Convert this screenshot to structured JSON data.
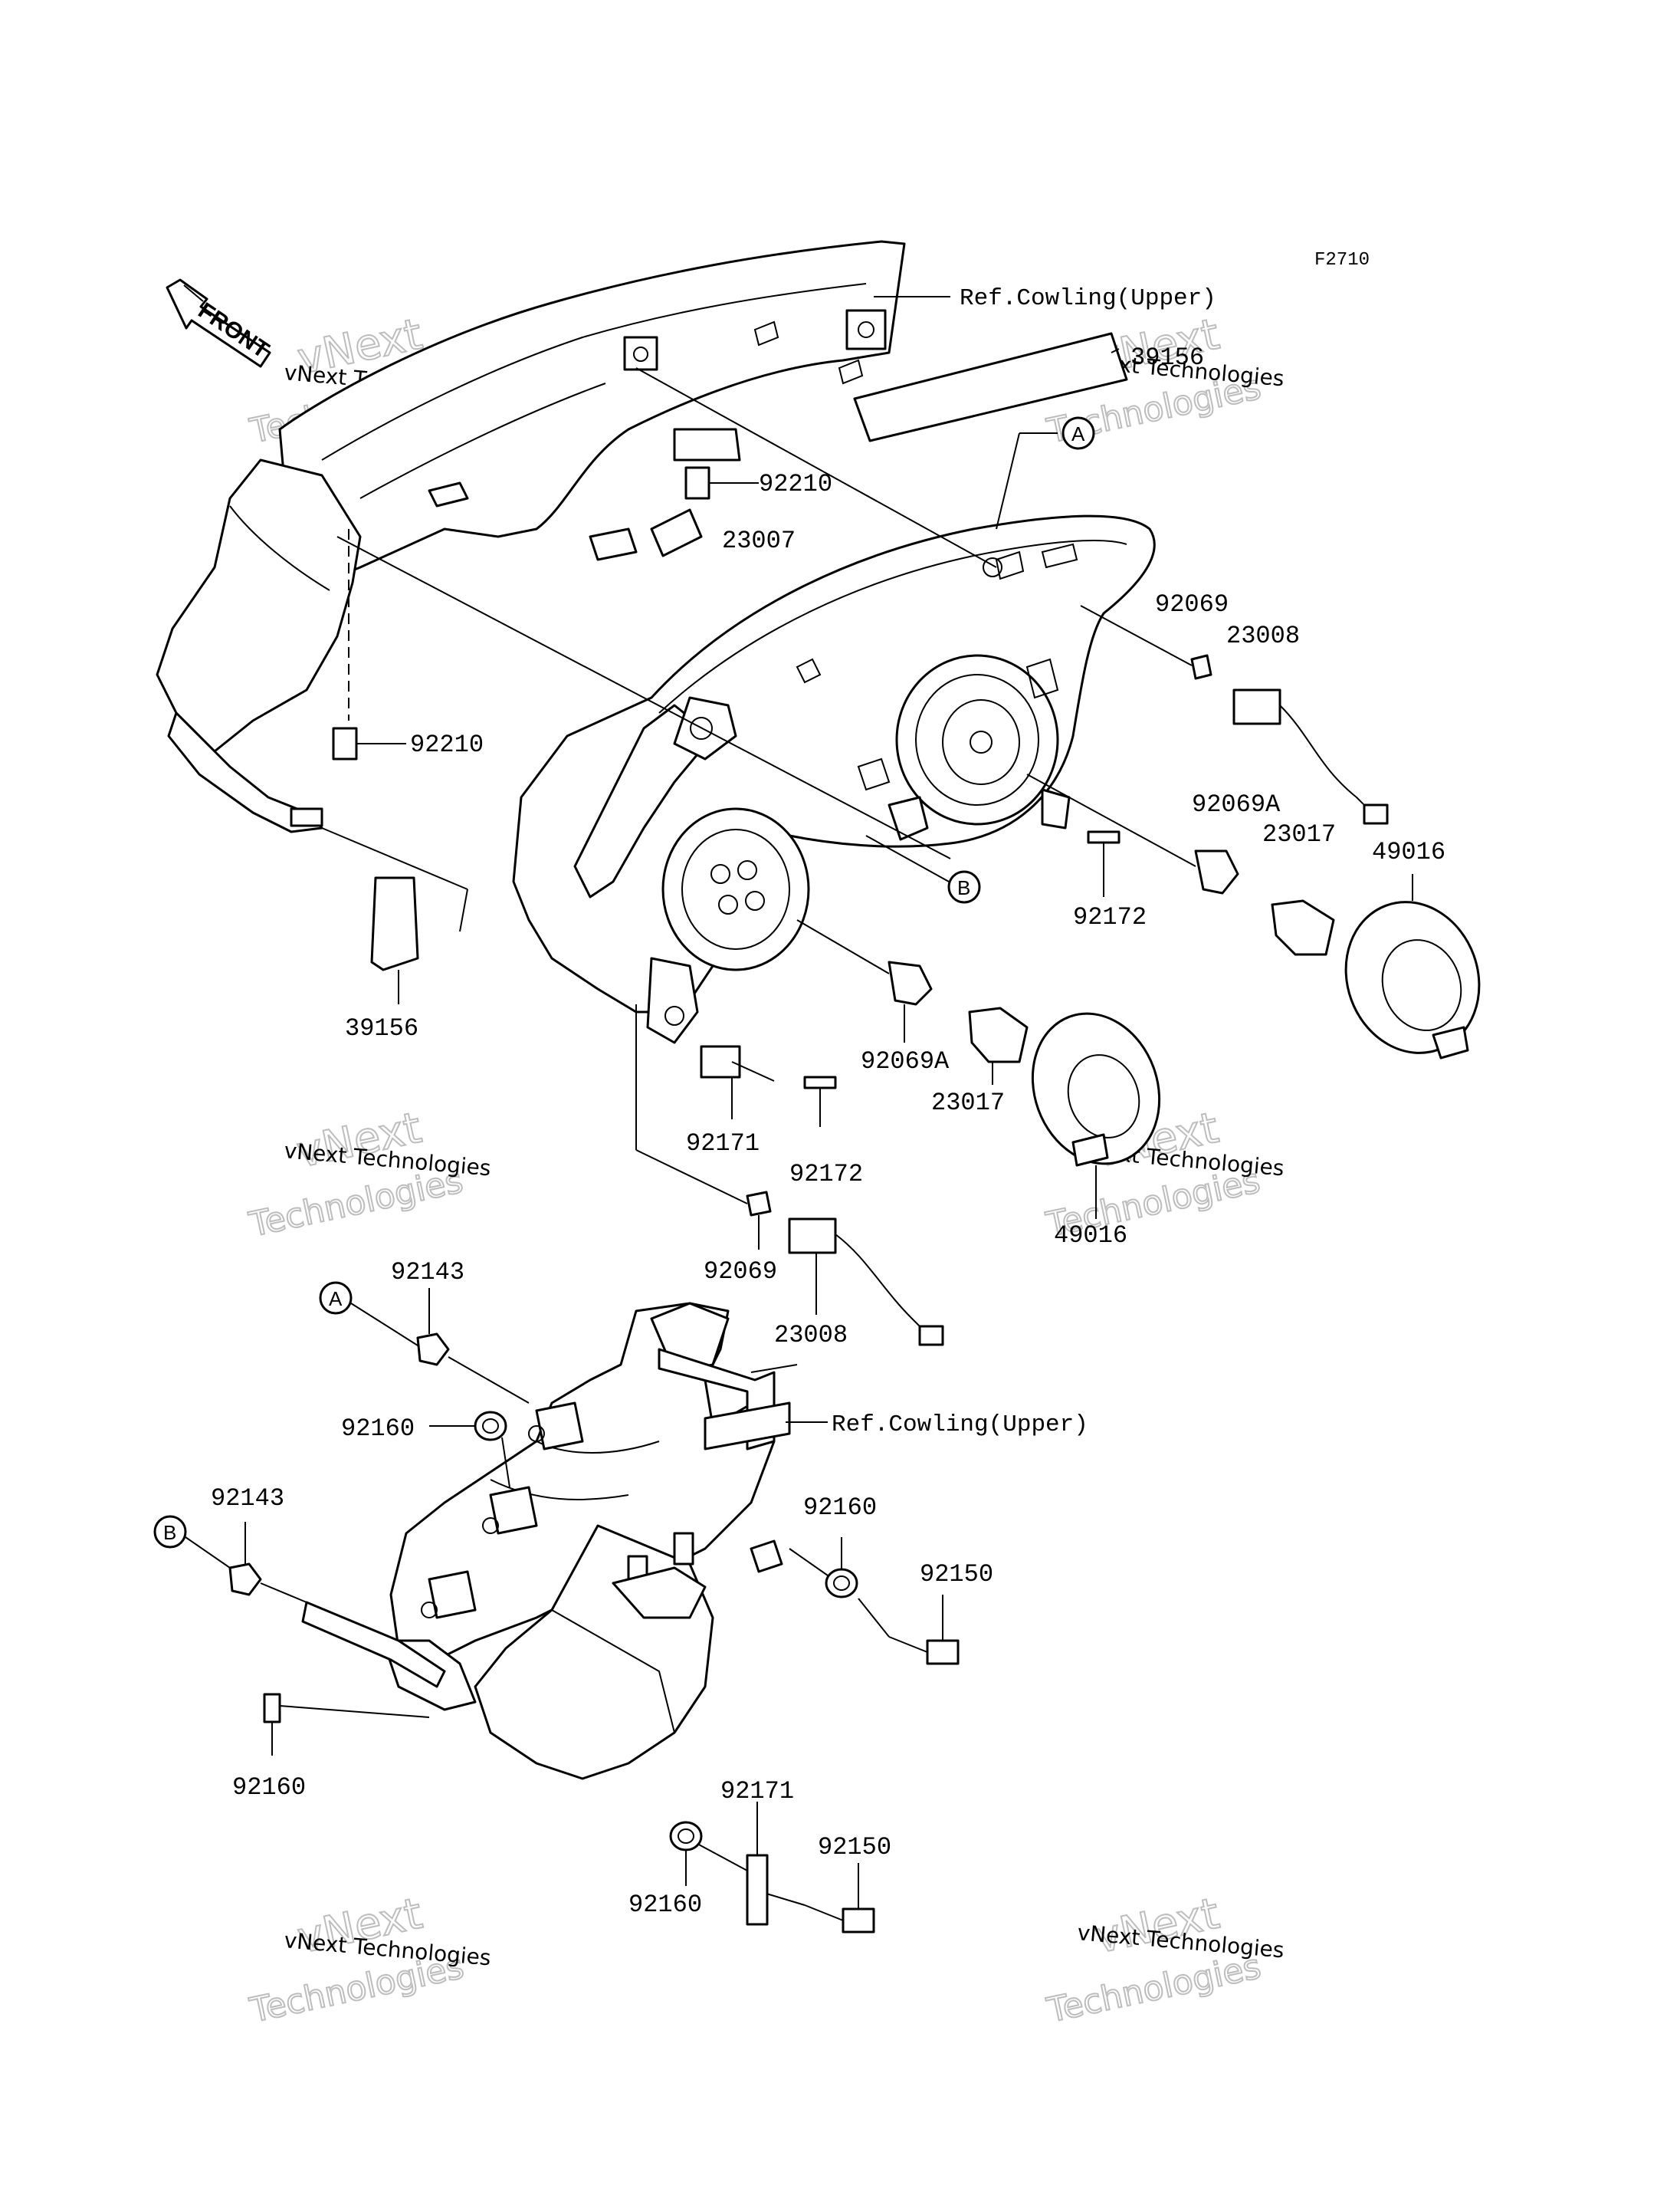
{
  "diagram_code": "F2710",
  "front_arrow_label": "FRONT",
  "reference_circles": {
    "a": "A",
    "b": "B"
  },
  "references": {
    "cowling_upper_top": "Ref.Cowling(Upper)",
    "cowling_upper_bottom": "Ref.Cowling(Upper)"
  },
  "part_numbers": {
    "p39156_top": "39156",
    "p92210_top": "92210",
    "p23007": "23007",
    "p92069_right": "92069",
    "p23008_right": "23008",
    "p92210_left": "92210",
    "p92069A_right": "92069A",
    "p23017_right": "23017",
    "p49016_right": "49016",
    "p92172_right": "92172",
    "p39156_left": "39156",
    "p92069A_center": "92069A",
    "p23017_center": "23017",
    "p92171_upper": "92171",
    "p92172_center": "92172",
    "p49016_center": "49016",
    "p92069_center": "92069",
    "p23008_center": "23008",
    "p92143_top": "92143",
    "p92160_upper": "92160",
    "p92143_left": "92143",
    "p92160_right": "92160",
    "p92150_upper": "92150",
    "p92160_left": "92160",
    "p92171_lower": "92171",
    "p92150_lower": "92150",
    "p92160_bottom": "92160"
  },
  "watermark": {
    "line1": "vNext Technologies",
    "line2": "vNext",
    "line3": "Technologies"
  }
}
